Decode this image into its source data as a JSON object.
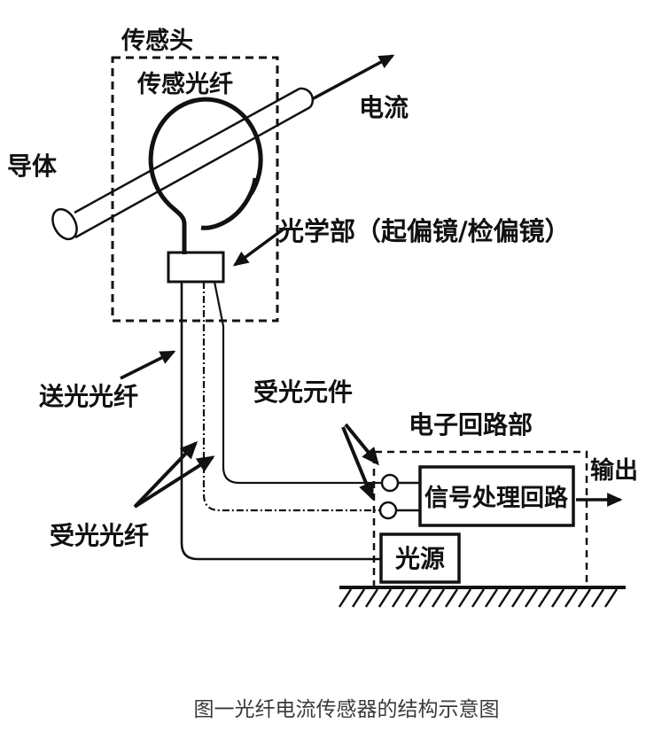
{
  "diagram": {
    "labels": {
      "sensor_head": "传感头",
      "sensing_fiber": "传感光纤",
      "current": "电流",
      "conductor": "导体",
      "optical_part": "光学部（起偏镜/检偏镜）",
      "sending_fiber": "送光光纤",
      "receiving_fiber": "受光光纤",
      "receiving_element": "受光元件",
      "electronic_circuit": "电子回路部",
      "signal_processing": "信号处理回路",
      "output": "输出",
      "light_source": "光源"
    },
    "caption": "图一光纤电流传感器的结构示意图",
    "colors": {
      "ink": "#111111",
      "caption_text": "#3a3a3a",
      "background": "#ffffff"
    }
  }
}
